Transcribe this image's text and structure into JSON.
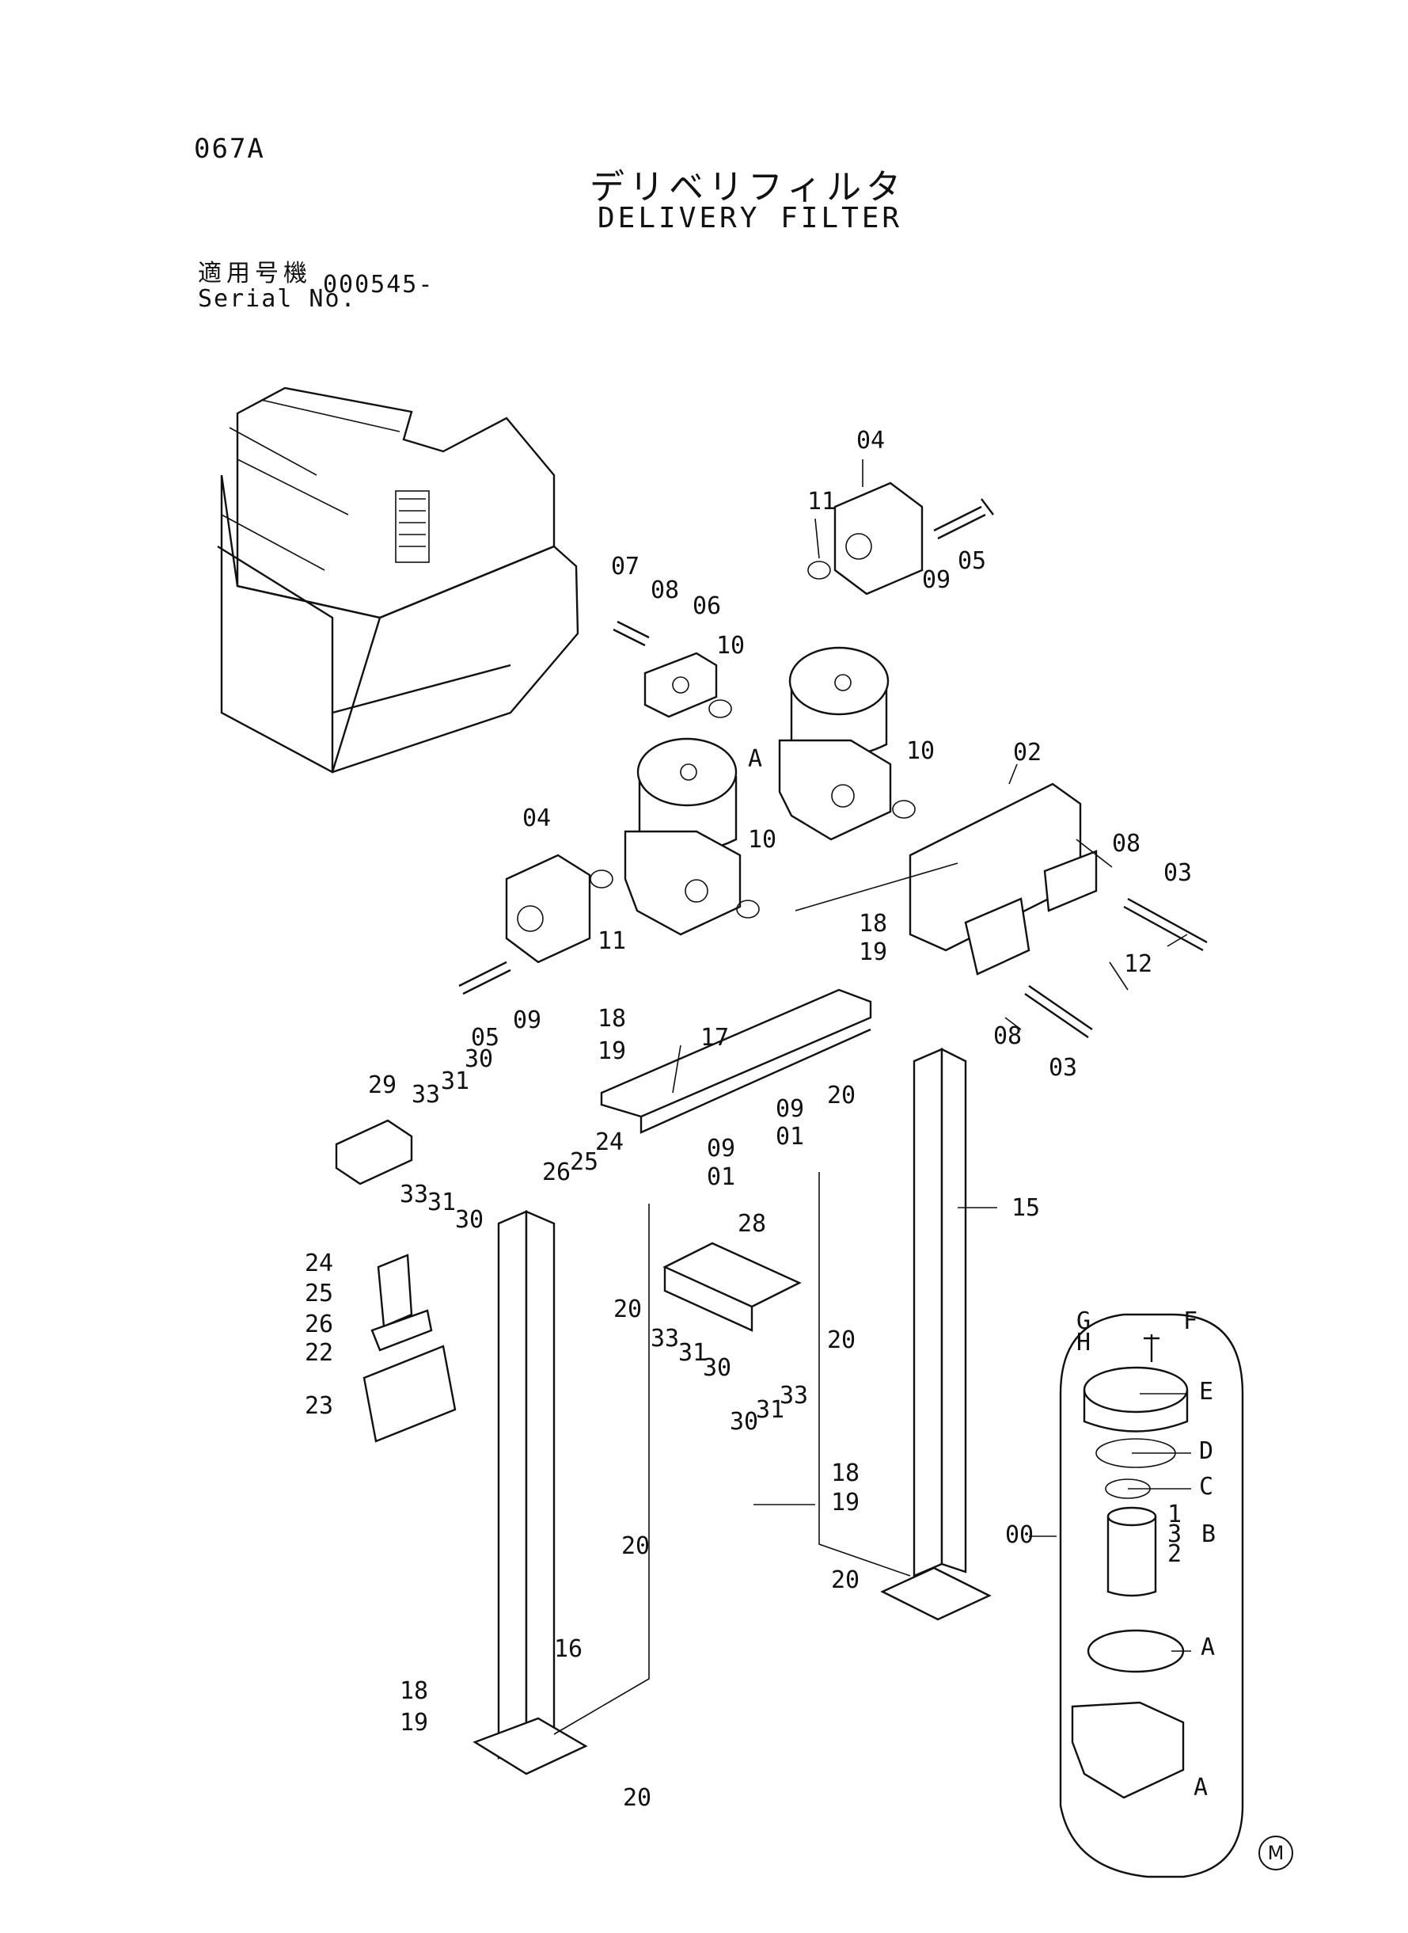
{
  "header": {
    "page_code": "067A",
    "title_jp": "デリベリフィルタ",
    "title_en": "DELIVERY FILTER",
    "serial_label_jp": "適用号機",
    "serial_label_en": "Serial No.",
    "serial_value": "000545-"
  },
  "callouts": [
    "04",
    "11",
    "05",
    "09",
    "07",
    "08",
    "06",
    "10",
    "A",
    "10",
    "02",
    "04",
    "10",
    "08",
    "03",
    "11",
    "18",
    "19",
    "05",
    "09",
    "12",
    "17",
    "08",
    "03",
    "18",
    "19",
    "29",
    "33",
    "31",
    "30",
    "20",
    "09",
    "01",
    "09",
    "01",
    "24",
    "25",
    "26",
    "33",
    "31",
    "30",
    "15",
    "28",
    "24",
    "25",
    "26",
    "20",
    "22",
    "33",
    "31",
    "30",
    "20",
    "23",
    "30",
    "31",
    "33",
    "G",
    "F",
    "H",
    "E",
    "D",
    "C",
    "18",
    "1",
    "19",
    "3",
    "B",
    "2",
    "00",
    "20",
    "20",
    "A",
    "16",
    "A",
    "18",
    "19",
    "20"
  ],
  "footer": {
    "mark": "M"
  }
}
